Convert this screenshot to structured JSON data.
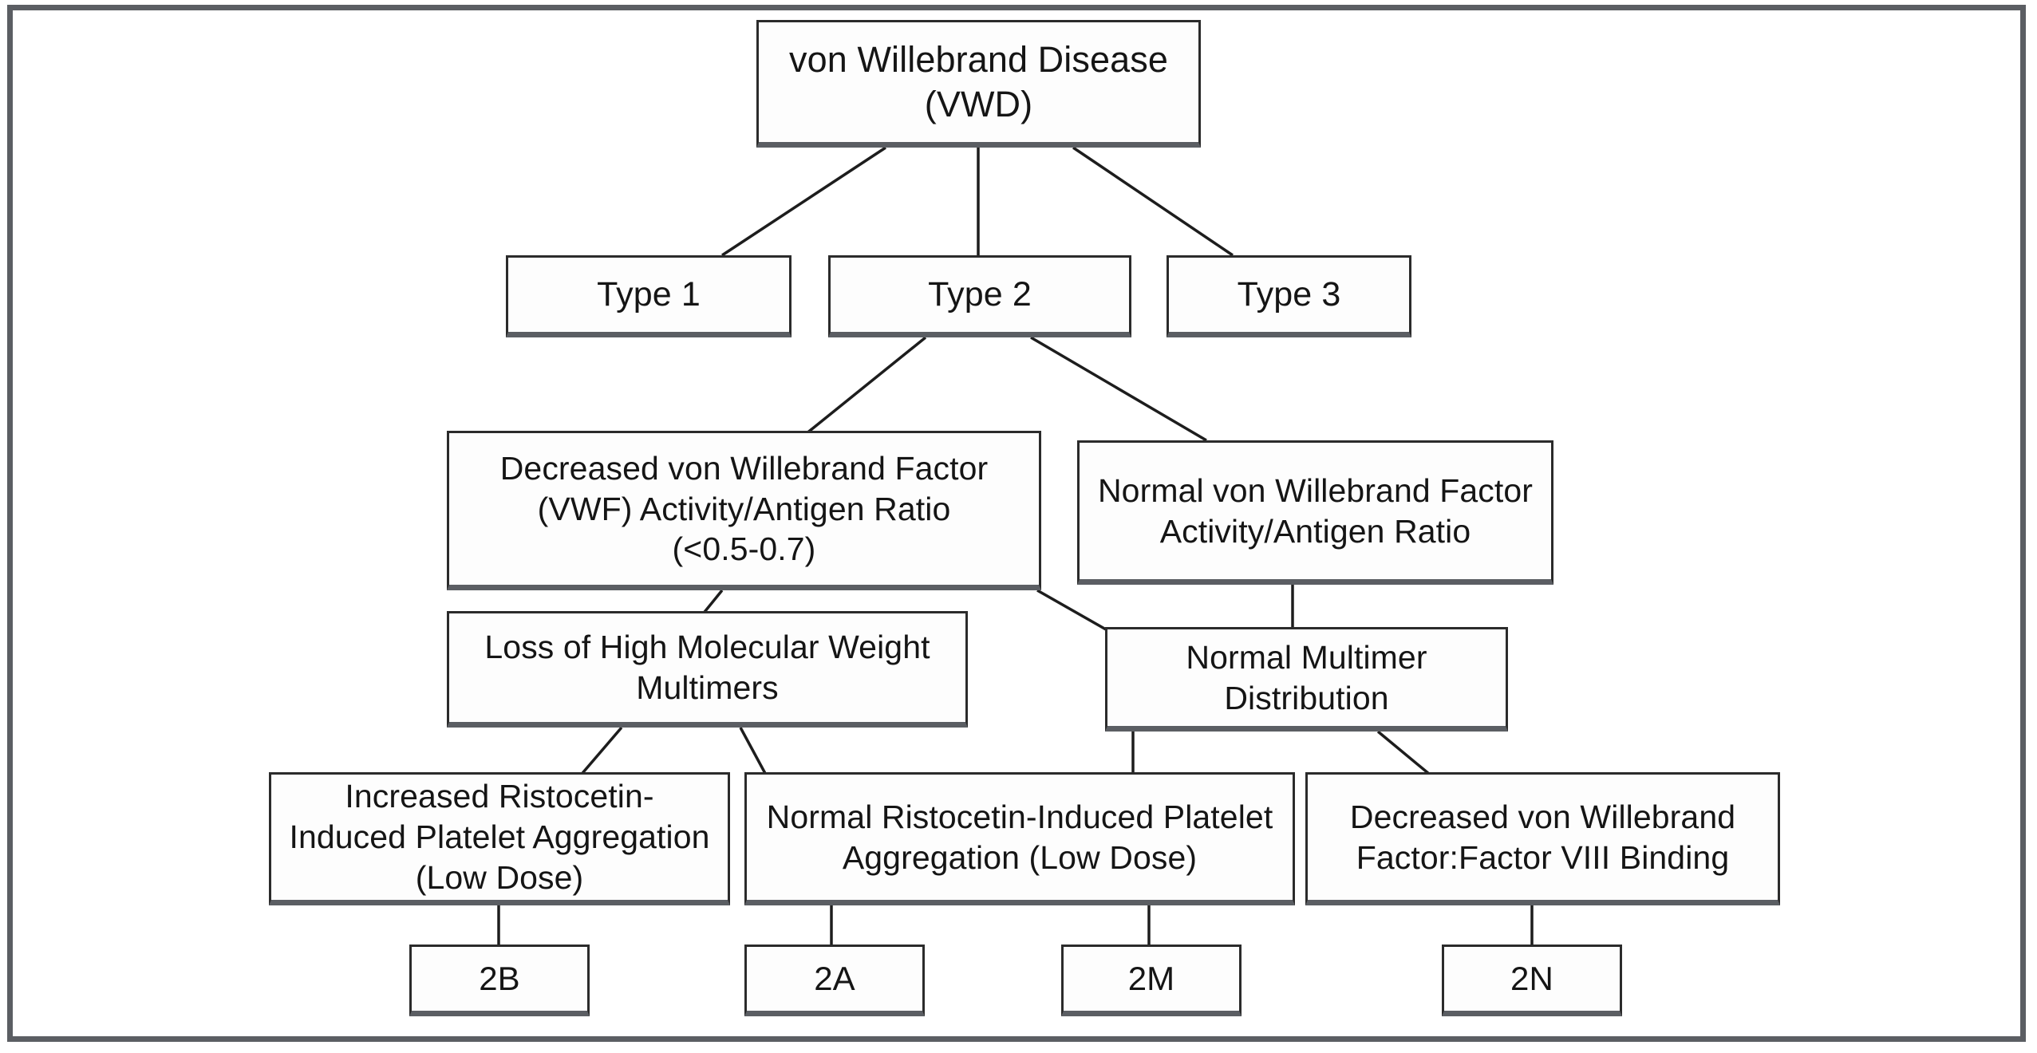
{
  "figure": {
    "title": "von Willebrand Disease Classification Flowchart",
    "type": "flowchart",
    "frame_color": "#5b5e63",
    "box_border_color": "#2b2b2b",
    "box_fill_color": "#fdfdfd",
    "text_color": "#151515",
    "background_color": "#ffffff"
  },
  "nodes": {
    "root": {
      "label": "von Willebrand Disease\n(VWD)"
    },
    "type1": {
      "label": "Type 1"
    },
    "type2": {
      "label": "Type 2"
    },
    "type3": {
      "label": "Type 3"
    },
    "decreased_ratio": {
      "label": "Decreased von Willebrand Factor\n(VWF) Activity/Antigen Ratio\n(<0.5-0.7)"
    },
    "normal_ratio": {
      "label": "Normal von Willebrand Factor\nActivity/Antigen Ratio"
    },
    "loss_hmw": {
      "label": "Loss of High Molecular Weight\nMultimers"
    },
    "normal_multimer": {
      "label": "Normal Multimer\nDistribution"
    },
    "increased_ripa": {
      "label": "Increased Ristocetin-\nInduced Platelet Aggregation\n(Low Dose)"
    },
    "normal_ripa": {
      "label": "Normal Ristocetin-Induced Platelet\nAggregation (Low Dose)"
    },
    "decreased_fviii_binding": {
      "label": "Decreased von Willebrand\nFactor:Factor VIII Binding"
    },
    "subtype_2b": {
      "label": "2B"
    },
    "subtype_2a": {
      "label": "2A"
    },
    "subtype_2m": {
      "label": "2M"
    },
    "subtype_2n": {
      "label": "2N"
    }
  },
  "edges": [
    {
      "from": "root",
      "to": "type1"
    },
    {
      "from": "root",
      "to": "type2"
    },
    {
      "from": "root",
      "to": "type3"
    },
    {
      "from": "type2",
      "to": "decreased_ratio"
    },
    {
      "from": "type2",
      "to": "normal_ratio"
    },
    {
      "from": "decreased_ratio",
      "to": "loss_hmw"
    },
    {
      "from": "decreased_ratio",
      "to": "normal_multimer"
    },
    {
      "from": "normal_ratio",
      "to": "normal_multimer"
    },
    {
      "from": "loss_hmw",
      "to": "increased_ripa"
    },
    {
      "from": "loss_hmw",
      "to": "normal_ripa"
    },
    {
      "from": "normal_multimer",
      "to": "normal_ripa"
    },
    {
      "from": "normal_multimer",
      "to": "decreased_fviii_binding"
    },
    {
      "from": "increased_ripa",
      "to": "subtype_2b"
    },
    {
      "from": "normal_ripa",
      "to": "subtype_2a"
    },
    {
      "from": "normal_multimer",
      "to": "subtype_2m"
    },
    {
      "from": "decreased_fviii_binding",
      "to": "subtype_2n"
    }
  ]
}
